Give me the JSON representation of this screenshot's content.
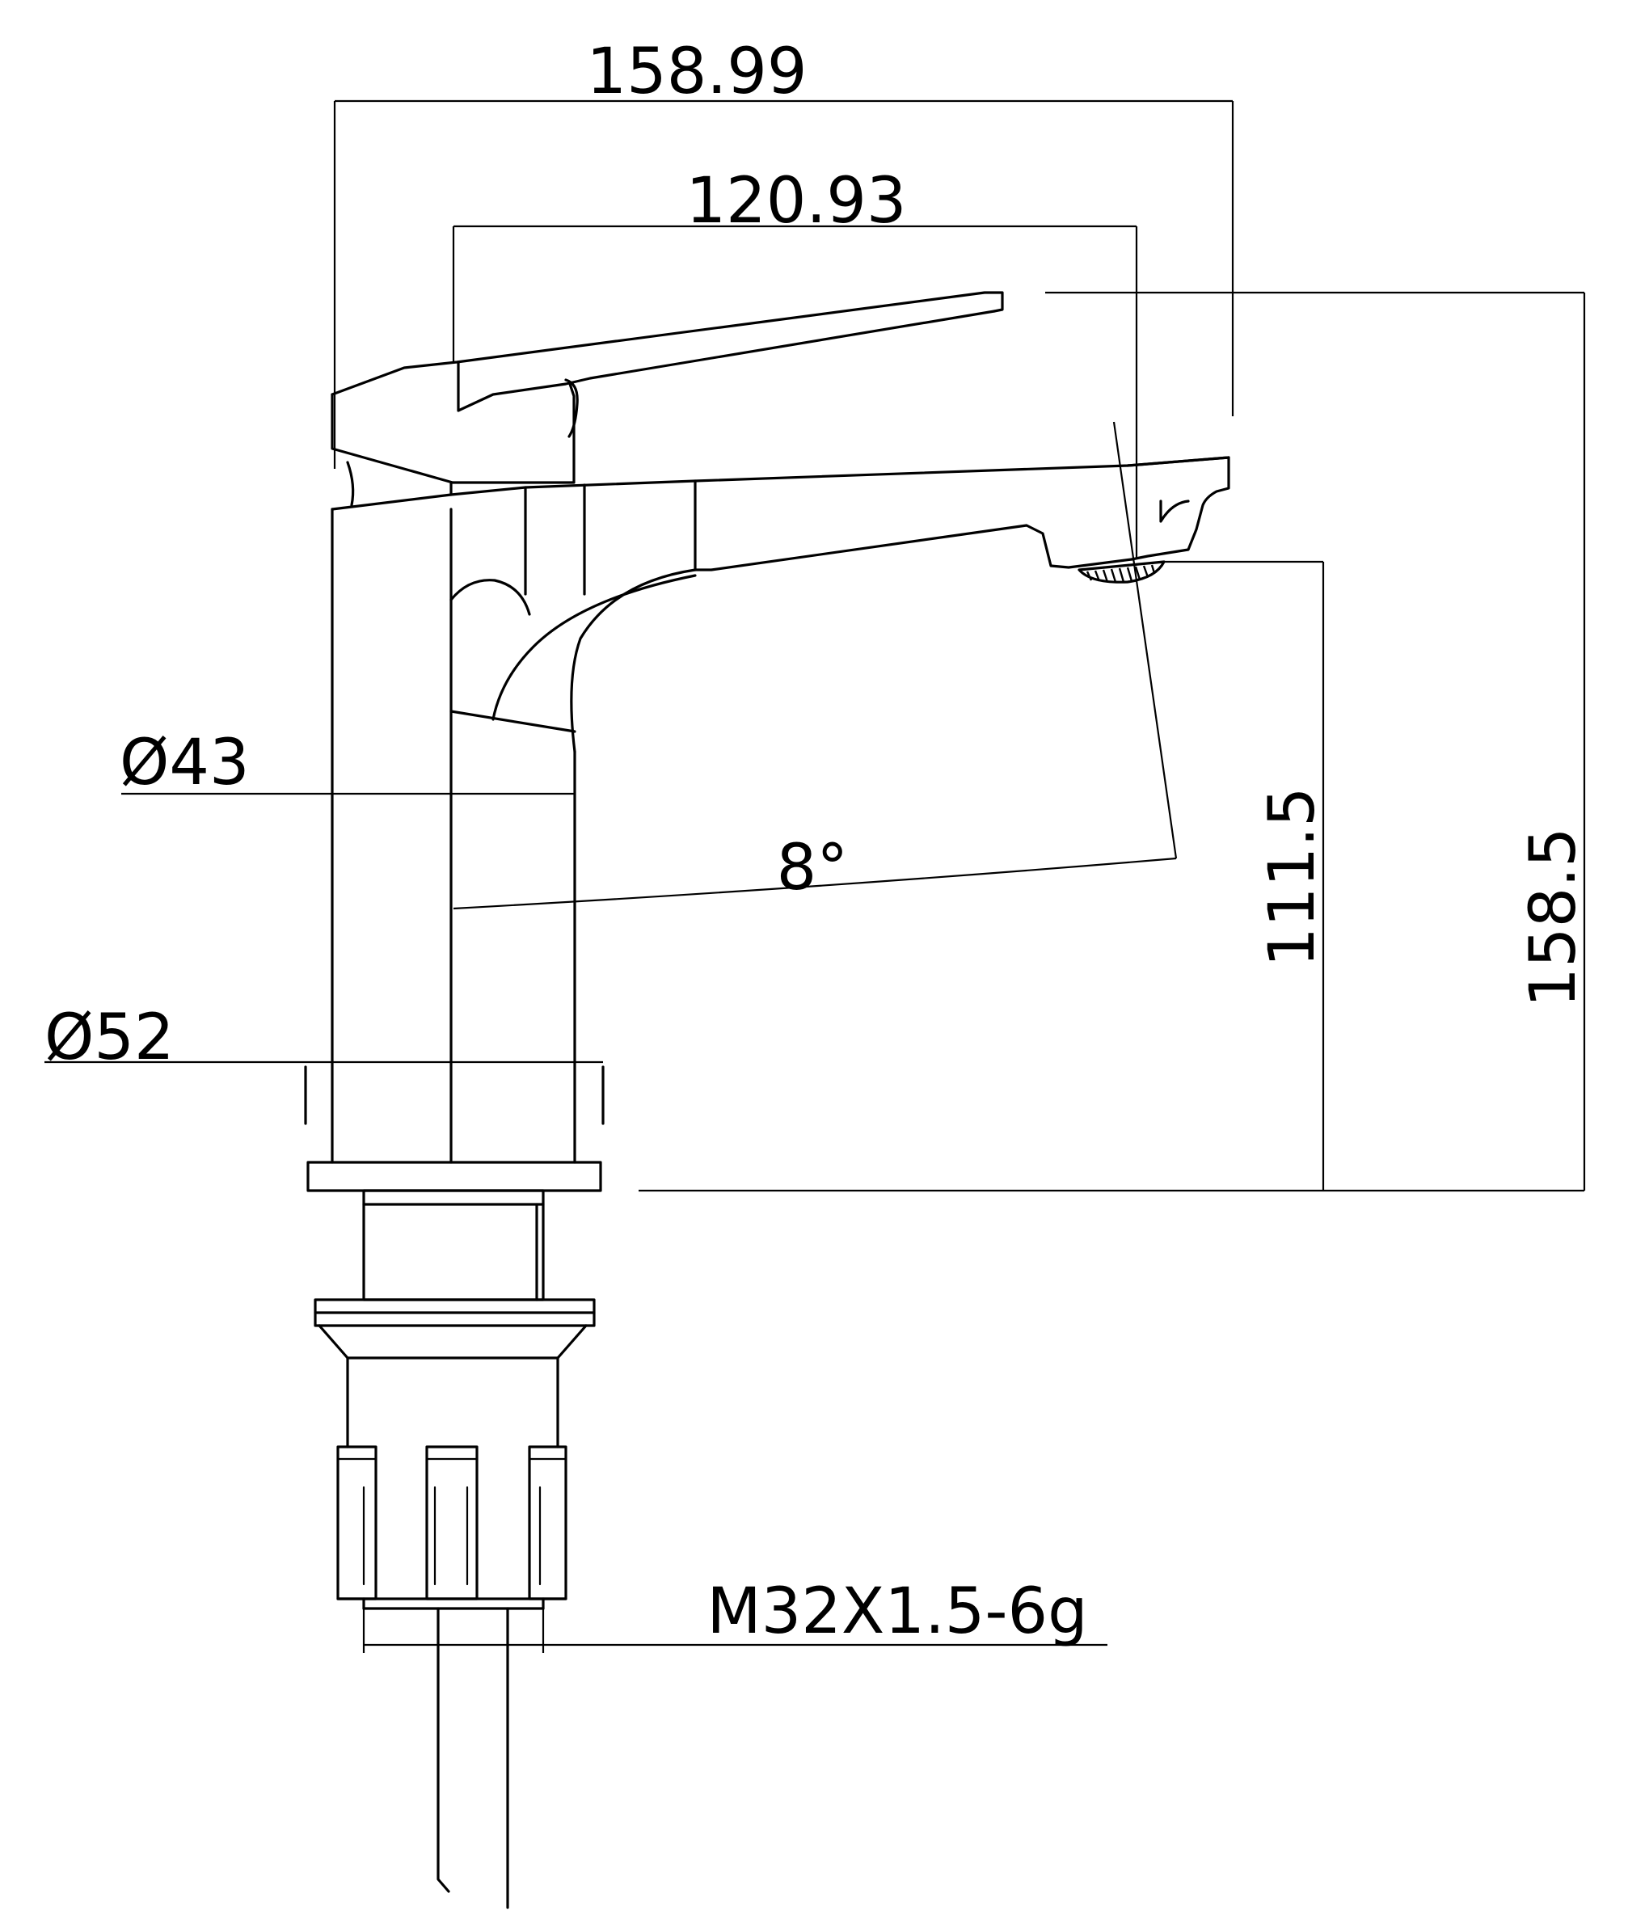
{
  "dimensions": {
    "overall_width": "158.99",
    "inner_width": "120.93",
    "body_diameter": "Ø43",
    "base_diameter": "Ø52",
    "spout_angle": "8°",
    "spout_height": "111.5",
    "overall_height": "158.5",
    "thread_spec": "M32X1.5-6g"
  },
  "colors": {
    "line": "#000000",
    "background": "#ffffff"
  }
}
